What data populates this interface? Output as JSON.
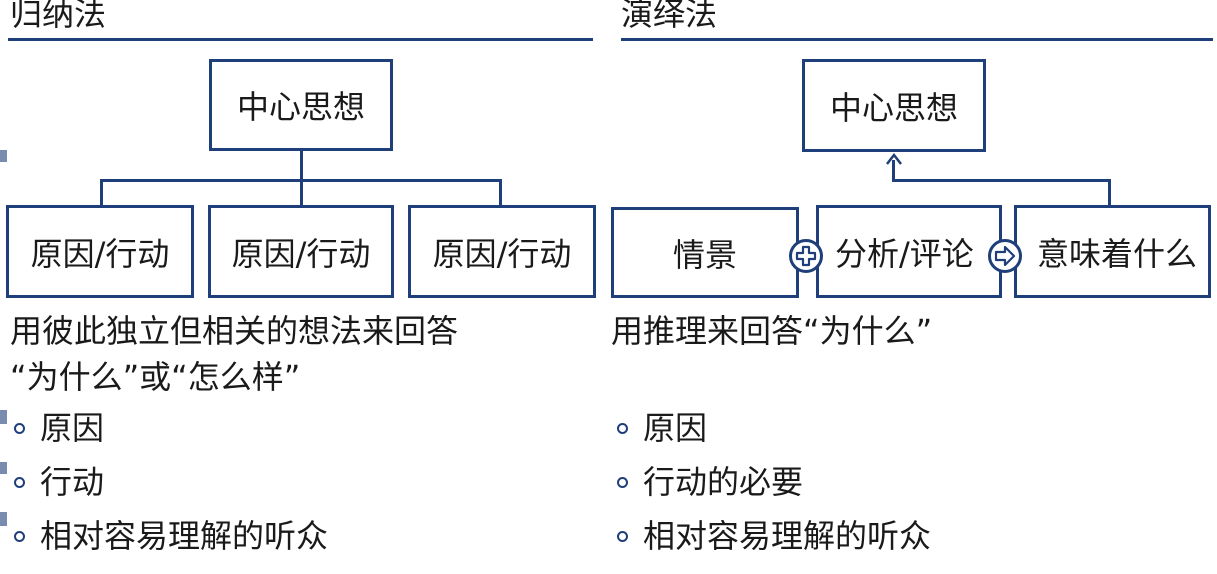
{
  "left": {
    "title": "归纳法",
    "top_box": "中心思想",
    "child_boxes": [
      "原因/行动",
      "原因/行动",
      "原因/行动"
    ],
    "description_lines": [
      "用彼此独立但相关的想法来回答",
      "“为什么”或“怎么样”"
    ],
    "bullets": [
      "原因",
      "行动",
      "相对容易理解的听众"
    ]
  },
  "right": {
    "title": "演绎法",
    "top_box": "中心思想",
    "chain_boxes": [
      "情景",
      "分析/评论",
      "意味着什么"
    ],
    "operator_icons": [
      "plus-icon",
      "arrow-right-icon"
    ],
    "description_lines": [
      "用推理来回答“为什么”"
    ],
    "bullets": [
      "原因",
      "行动的必要",
      "相对容易理解的听众"
    ]
  },
  "colors": {
    "accent": "#1f3f7a",
    "text": "#1a1a1a",
    "background": "#ffffff"
  }
}
